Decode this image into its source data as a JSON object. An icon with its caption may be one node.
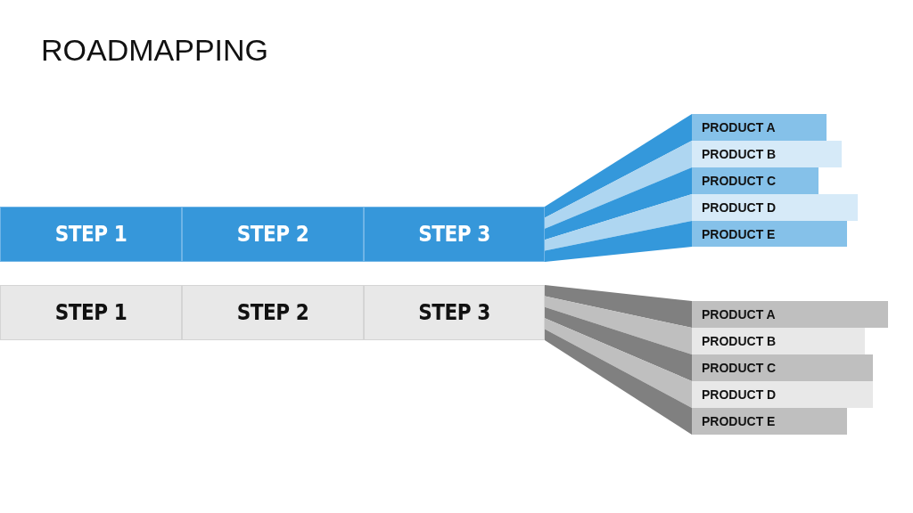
{
  "diagram": {
    "title": "ROADMAPPING",
    "nodes": [
      {
        "text": [
          "STEP 1"
        ]
      },
      {
        "text": [
          "STEP 2"
        ]
      },
      {
        "text": [
          "STEP 3"
        ]
      },
      {
        "text": [
          "PRODUCT A"
        ]
      },
      {
        "text": [
          "PRODUCT B"
        ]
      },
      {
        "text": [
          "PRODUCT C"
        ]
      },
      {
        "text": [
          "PRODUCT D"
        ]
      },
      {
        "text": [
          "PRODUCT E"
        ]
      },
      {
        "text": [
          "STEP 1"
        ]
      },
      {
        "text": [
          "STEP 2"
        ]
      },
      {
        "text": [
          "STEP 3"
        ]
      },
      {
        "text": [
          "PRODUCT A"
        ]
      },
      {
        "text": [
          "PRODUCT B"
        ]
      },
      {
        "text": [
          "PRODUCT C"
        ]
      },
      {
        "text": [
          "PRODUCT D"
        ]
      },
      {
        "text": [
          "PRODUCT E"
        ]
      }
    ],
    "edges": [
      {
        "from": 2,
        "to": 3,
        "arrow": "none",
        "color": "#3498db"
      },
      {
        "from": 2,
        "to": 4,
        "arrow": "none",
        "color": "#aed6f1"
      },
      {
        "from": 2,
        "to": 5,
        "arrow": "none",
        "color": "#3498db"
      },
      {
        "from": 2,
        "to": 6,
        "arrow": "none",
        "color": "#aed6f1"
      },
      {
        "from": 2,
        "to": 7,
        "arrow": "none",
        "color": "#3498db"
      },
      {
        "from": 10,
        "to": 11,
        "arrow": "none",
        "color": "#808080"
      },
      {
        "from": 10,
        "to": 12,
        "arrow": "none",
        "color": "#bfbfbf"
      },
      {
        "from": 10,
        "to": 13,
        "arrow": "none",
        "color": "#808080"
      },
      {
        "from": 10,
        "to": 14,
        "arrow": "none",
        "color": "#bfbfbf"
      },
      {
        "from": 10,
        "to": 15,
        "arrow": "none",
        "color": "#808080"
      }
    ]
  }
}
